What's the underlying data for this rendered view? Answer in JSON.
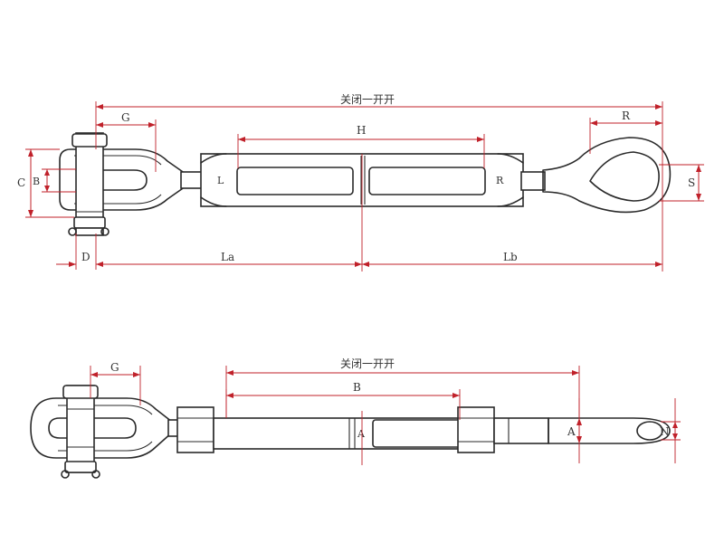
{
  "labels": {
    "total_top": "关闭一开开",
    "g_top": "G",
    "r_top": "R",
    "h_top": "H",
    "c_top": "C",
    "b_top": "B",
    "s_top": "S",
    "l_mark": "L",
    "r_mark": "R",
    "d_top": "D",
    "la_top": "La",
    "lb_top": "Lb",
    "total_bottom": "关闭一开开",
    "g_bottom": "G",
    "b_bottom": "B",
    "a_bottom": "A",
    "n_bottom": "N",
    "center_mark": "A"
  },
  "colors": {
    "dimension": "#c0212a",
    "outline": "#2a2a2a",
    "text": "#333333",
    "background": "#ffffff"
  }
}
